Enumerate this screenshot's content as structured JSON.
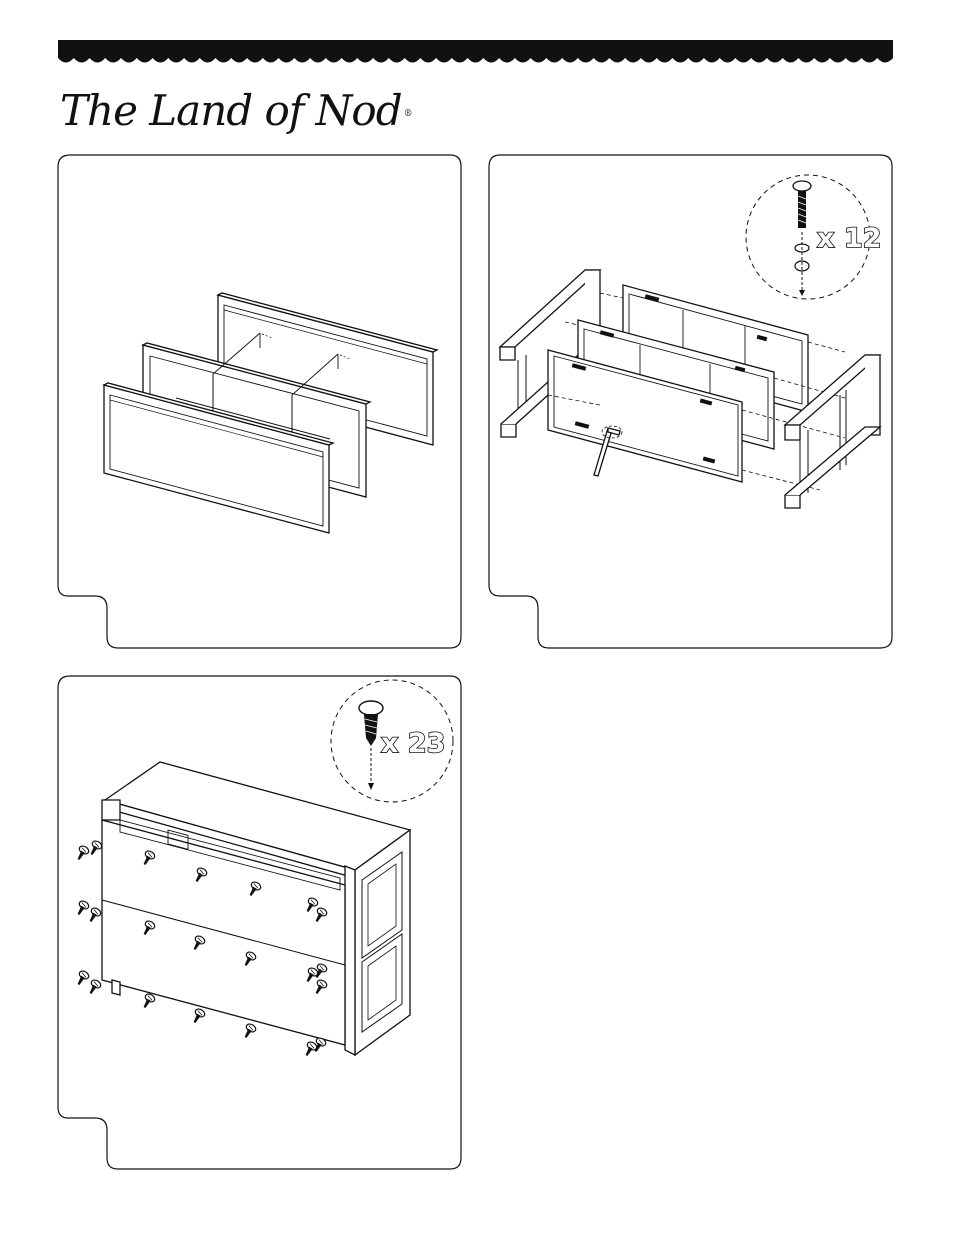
{
  "header": {
    "brand": "The Land of Nod",
    "registered_mark": "®"
  },
  "panels": [
    {
      "id": "step-frames",
      "hardware_callout": null
    },
    {
      "id": "step-sides",
      "hardware_callout": {
        "count_label": "x 12",
        "icon": "bolt-with-washer-icon"
      }
    },
    {
      "id": "step-back",
      "hardware_callout": {
        "count_label": "x 23",
        "icon": "wood-screw-icon"
      }
    }
  ],
  "colors": {
    "ink": "#111111",
    "paper": "#ffffff"
  }
}
